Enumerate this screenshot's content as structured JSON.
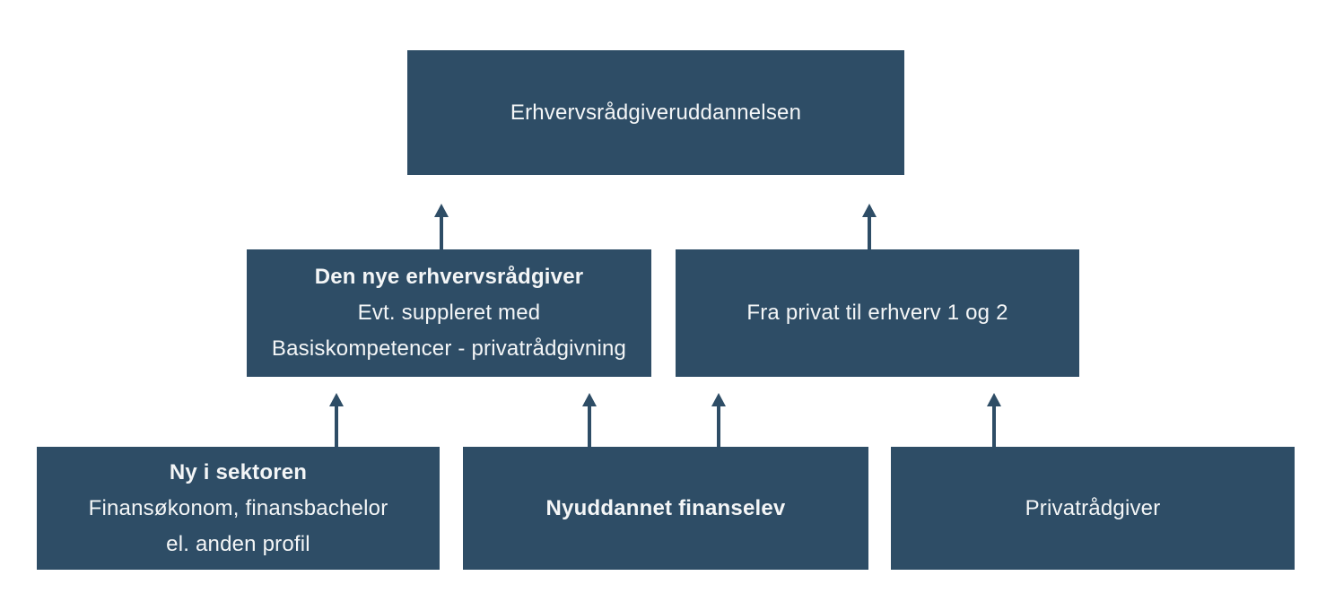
{
  "diagram": {
    "type": "hierarchy-flowchart",
    "direction": "bottom-up",
    "nodes": {
      "top": {
        "id": "erhvervsraadgiveruddannelsen",
        "line1": "Erhvervsrådgiveruddannelsen"
      },
      "mid_left": {
        "id": "den-nye-erhvervsraadgiver",
        "line1": "Den nye erhvervsrådgiver",
        "line2": "Evt. suppleret med",
        "line3": "Basiskompetencer - privatrådgivning"
      },
      "mid_right": {
        "id": "fra-privat-til-erhverv",
        "line1": "Fra privat til erhverv 1 og 2"
      },
      "bottom_left": {
        "id": "ny-i-sektoren",
        "line1": "Ny i sektoren",
        "line2": "Finansøkonom, finansbachelor",
        "line3": "el. anden profil"
      },
      "bottom_mid": {
        "id": "nyuddannet-finanselev",
        "line1": "Nyuddannet finanselev"
      },
      "bottom_right": {
        "id": "privatraadgiver",
        "line1": "Privatrådgiver"
      }
    },
    "edges": [
      {
        "from": "ny-i-sektoren",
        "to": "den-nye-erhvervsraadgiver"
      },
      {
        "from": "nyuddannet-finanselev",
        "to": "den-nye-erhvervsraadgiver"
      },
      {
        "from": "nyuddannet-finanselev",
        "to": "fra-privat-til-erhverv"
      },
      {
        "from": "privatraadgiver",
        "to": "fra-privat-til-erhverv"
      },
      {
        "from": "den-nye-erhvervsraadgiver",
        "to": "erhvervsraadgiveruddannelsen"
      },
      {
        "from": "fra-privat-til-erhverv",
        "to": "erhvervsraadgiveruddannelsen"
      }
    ]
  },
  "colors": {
    "box_fill": "#2E4D66",
    "box_text": "#F4F6F7",
    "arrow": "#2E4D66",
    "background": "#FFFFFF"
  }
}
